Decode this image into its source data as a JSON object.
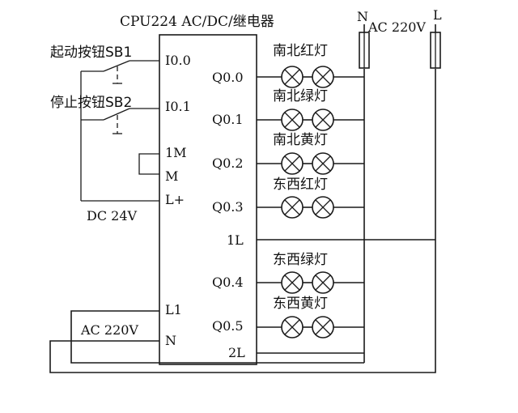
{
  "title": "CPU224 AC/DC/继电器",
  "supply": {
    "n_label": "N",
    "voltage_label": "AC 220V",
    "l_label": "L"
  },
  "inputs": {
    "start_button": "起动按钮SB1",
    "stop_button": "停止按钮SB2",
    "dc_label": "DC 24V",
    "ac_label": "AC 220V"
  },
  "plc_terminals": {
    "left": [
      "I0.0",
      "I0.1",
      "1M",
      "M",
      "L+",
      "L1",
      "N"
    ],
    "right": [
      "Q0.0",
      "Q0.1",
      "Q0.2",
      "Q0.3",
      "1L",
      "Q0.4",
      "Q0.5",
      "2L"
    ]
  },
  "lamp_labels": [
    "南北红灯",
    "南北绿灯",
    "南北黄灯",
    "东西红灯",
    "东西绿灯",
    "东西黄灯"
  ]
}
